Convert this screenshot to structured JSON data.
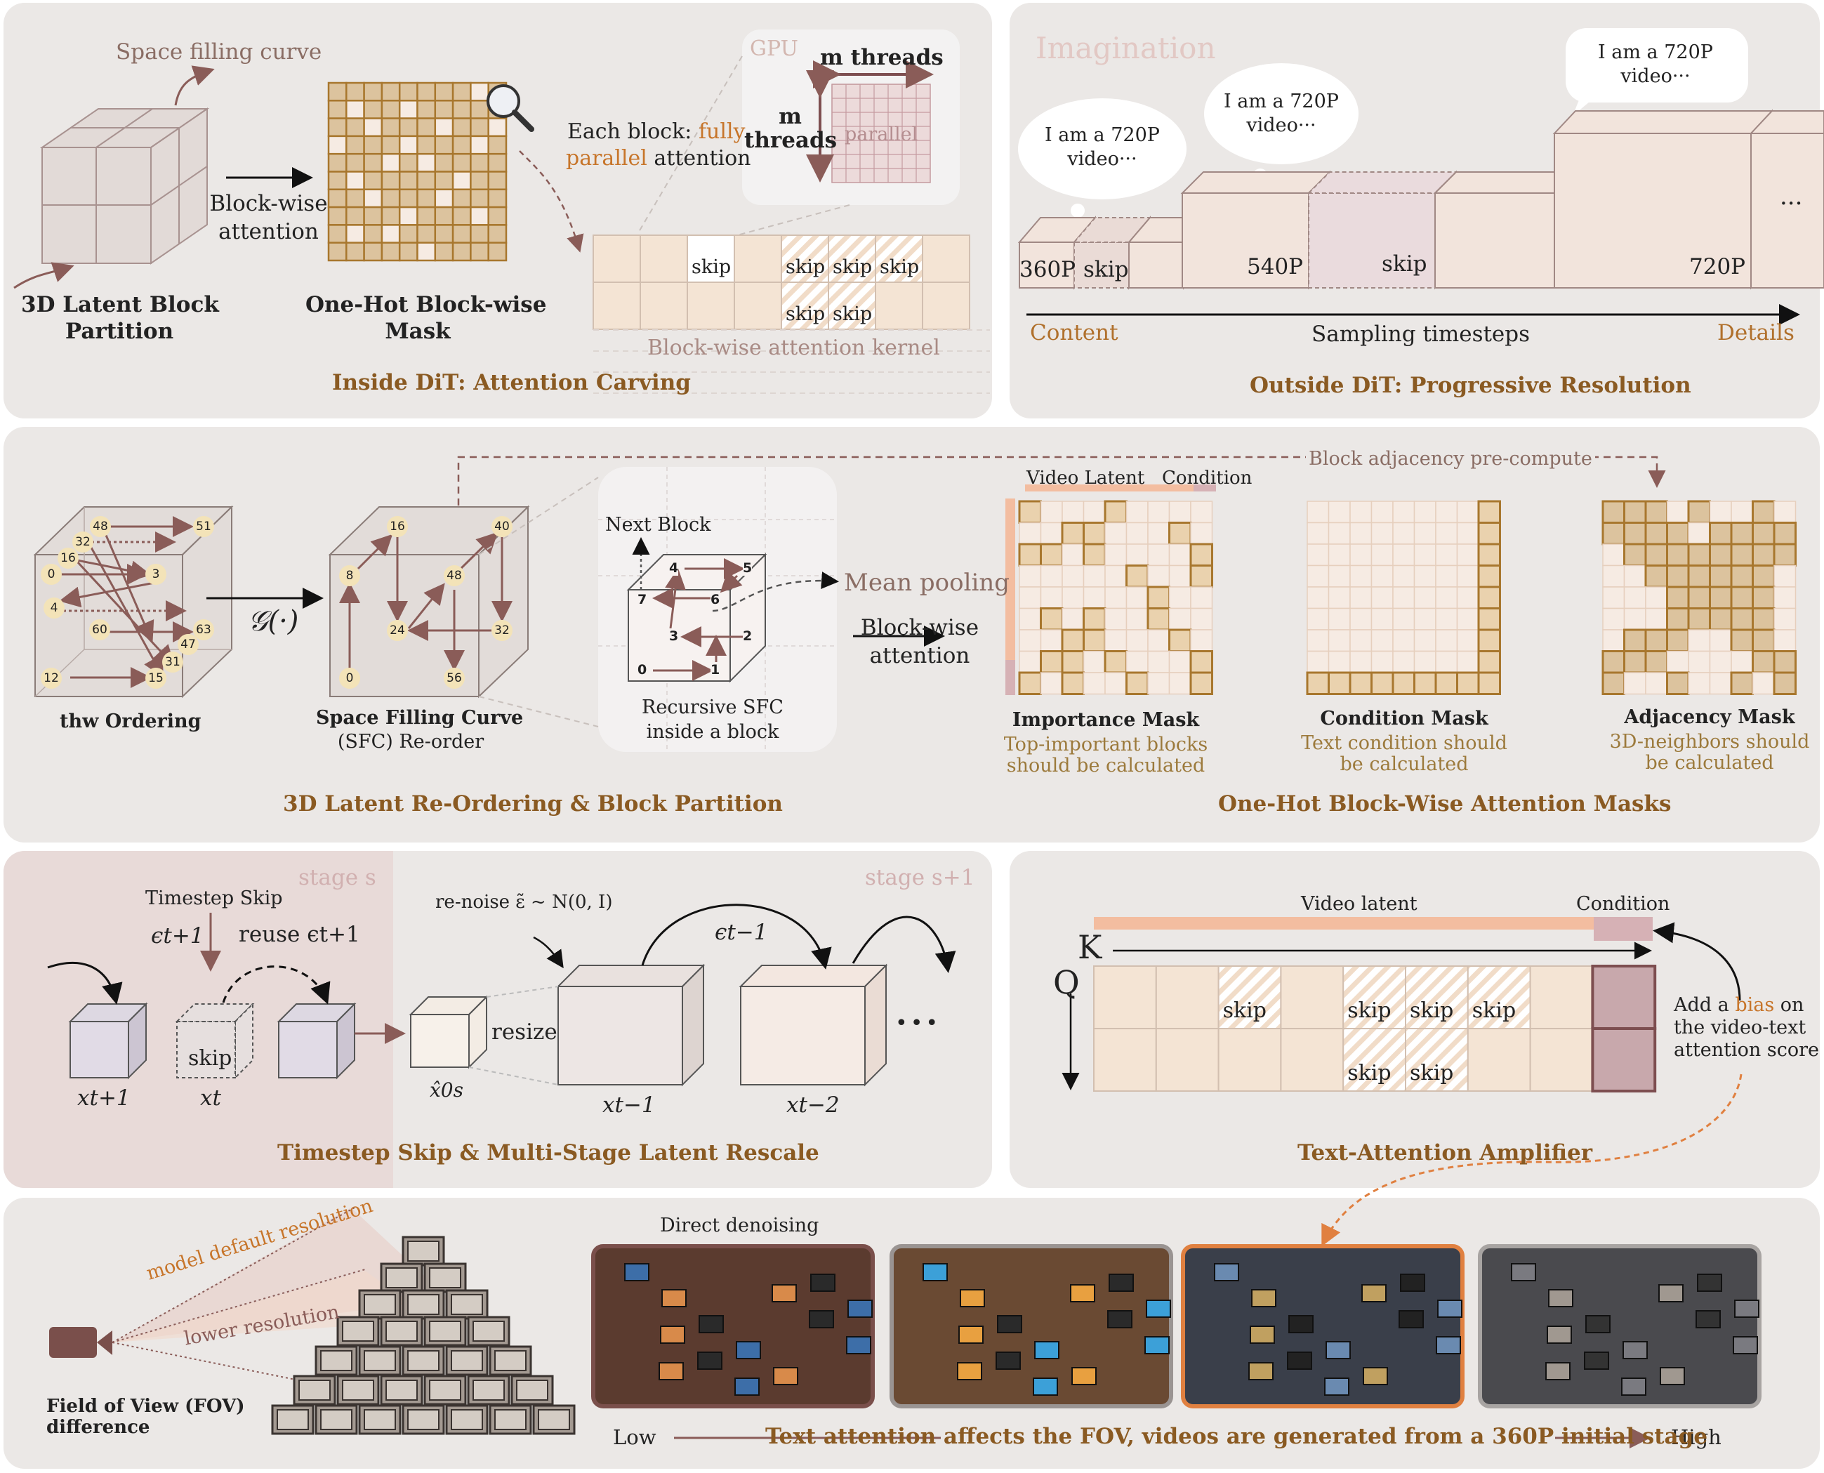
{
  "panel_a": {
    "space_filling_curve": "Space filling curve",
    "block_wise_attention": [
      "Block-wise",
      "attention"
    ],
    "latent_block_partition": [
      "3D Latent Block",
      "Partition"
    ],
    "one_hot_mask": [
      "One-Hot Block-wise",
      "Mask"
    ],
    "each_block_prefix": "Each block: ",
    "each_block_highlight_1": "fully",
    "each_block_highlight_2": "parallel",
    "each_block_suffix": " attention",
    "gpu": "GPU",
    "m_threads_top": "m threads",
    "m_left": "m",
    "threads_left": "threads",
    "parallel": "parallel",
    "skip": "skip",
    "kernel": "Block-wise attention kernel",
    "title": "Inside DiT: Attention Carving"
  },
  "panel_b": {
    "imagination": "Imagination",
    "bubble_1": [
      "I am a 720P",
      "video···"
    ],
    "bubble_2": [
      "I am a 720P",
      "video···"
    ],
    "bubble_3": [
      "I am a 720P",
      "video···"
    ],
    "res_360": "360P",
    "res_540": "540P",
    "res_720": "720P",
    "skip": "skip",
    "ellipsis": "···",
    "content": "Content",
    "sampling": "Sampling timesteps",
    "details": "Details",
    "title": "Outside DiT: Progressive Resolution"
  },
  "panel_c": {
    "block_adjacency": "Block adjacency pre-compute",
    "g_op": "𝒢(·)",
    "thw_ordering": "thw Ordering",
    "sfc_reorder": [
      "Space Filling Curve",
      "(SFC) Re-order"
    ],
    "next_block": "Next Block",
    "recursive_sfc": [
      "Recursive SFC",
      "inside a block"
    ],
    "mean_pooling": "Mean pooling",
    "block_wise_attention": [
      "Block-wise",
      "attention"
    ],
    "video_latent": "Video Latent",
    "condition": "Condition",
    "importance_mask": "Importance Mask",
    "importance_desc": [
      "Top-important blocks",
      "should be calculated"
    ],
    "condition_mask": "Condition Mask",
    "condition_desc": [
      "Text condition should",
      "be calculated"
    ],
    "adjacency_mask": "Adjacency Mask",
    "adjacency_desc": [
      "3D-neighbors should",
      "be calculated"
    ],
    "title_left": "3D Latent Re-Ordering & Block Partition",
    "title_right": "One-Hot Block-Wise Attention Masks",
    "thw_nodes": [
      "48",
      "51",
      "32",
      "16",
      "3",
      "0",
      "4",
      "60",
      "63",
      "47",
      "31",
      "12",
      "15"
    ],
    "sfc_nodes": [
      "16",
      "40",
      "8",
      "48",
      "24",
      "32",
      "0",
      "56"
    ],
    "inner_nodes": [
      "4",
      "5",
      "7",
      "6",
      "3",
      "2",
      "0",
      "1"
    ]
  },
  "panel_d": {
    "stage_s": "stage s",
    "stage_s1": "stage s+1",
    "timestep_skip": "Timestep Skip",
    "eps_t1": "ϵt+1",
    "reuse": "reuse ϵt+1",
    "renoise": "re-noise ε̃ ~ N(0, I)",
    "eps_tm1": "ϵt−1",
    "skip": "skip",
    "resize": "resize",
    "x_t1": "xt+1",
    "x_t": "xt",
    "x0": "x̂0s",
    "x_tm1": "xt−1",
    "x_tm2": "xt−2",
    "dots": "•••",
    "title": "Timestep Skip & Multi-Stage Latent Rescale"
  },
  "panel_e": {
    "video_latent": "Video latent",
    "condition": "Condition",
    "k": "K",
    "q": "Q",
    "skip": "skip",
    "add_a": "Add a ",
    "bias": "bias",
    "on": " on",
    "line2": "the video-text",
    "line3": "attention score",
    "title": "Text-Attention Amplifier"
  },
  "panel_f": {
    "model_default": "model default resolution",
    "lower_res": "lower resolution",
    "fov": [
      "Field of View (FOV)",
      "difference"
    ],
    "direct_denoising": "Direct denoising",
    "low": "Low",
    "high": "High",
    "caption": "Text attention affects the FOV, videos are generated from a 360P initial stage"
  },
  "colors": {
    "panel_bg": "#ebe8e6",
    "title_brown": "#8a5a22",
    "mask_border": "#a8772e",
    "mask_fill": "#dcc39e",
    "cell_light": "#f4e4d4",
    "arrow_rose": "#8a5c58",
    "orange": "#e08040",
    "condition_pink": "#c8a8ac"
  }
}
